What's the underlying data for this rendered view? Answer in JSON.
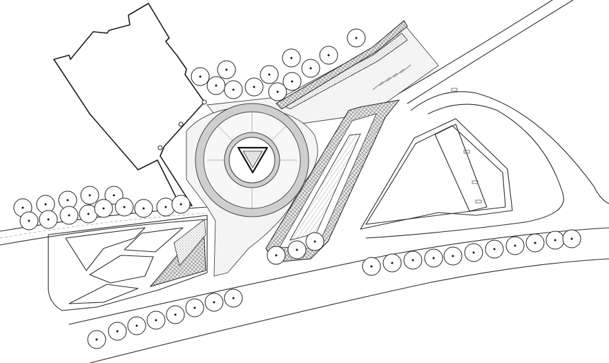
{
  "drawing": {
    "type": "landscape-site-plan",
    "style": "black-and-white line drawing",
    "features": [
      "building-footprint",
      "roundabout-with-triangular-island",
      "tree-rows",
      "paved-plaza",
      "curved-roads",
      "planting-beds",
      "triangular-parcel"
    ]
  }
}
